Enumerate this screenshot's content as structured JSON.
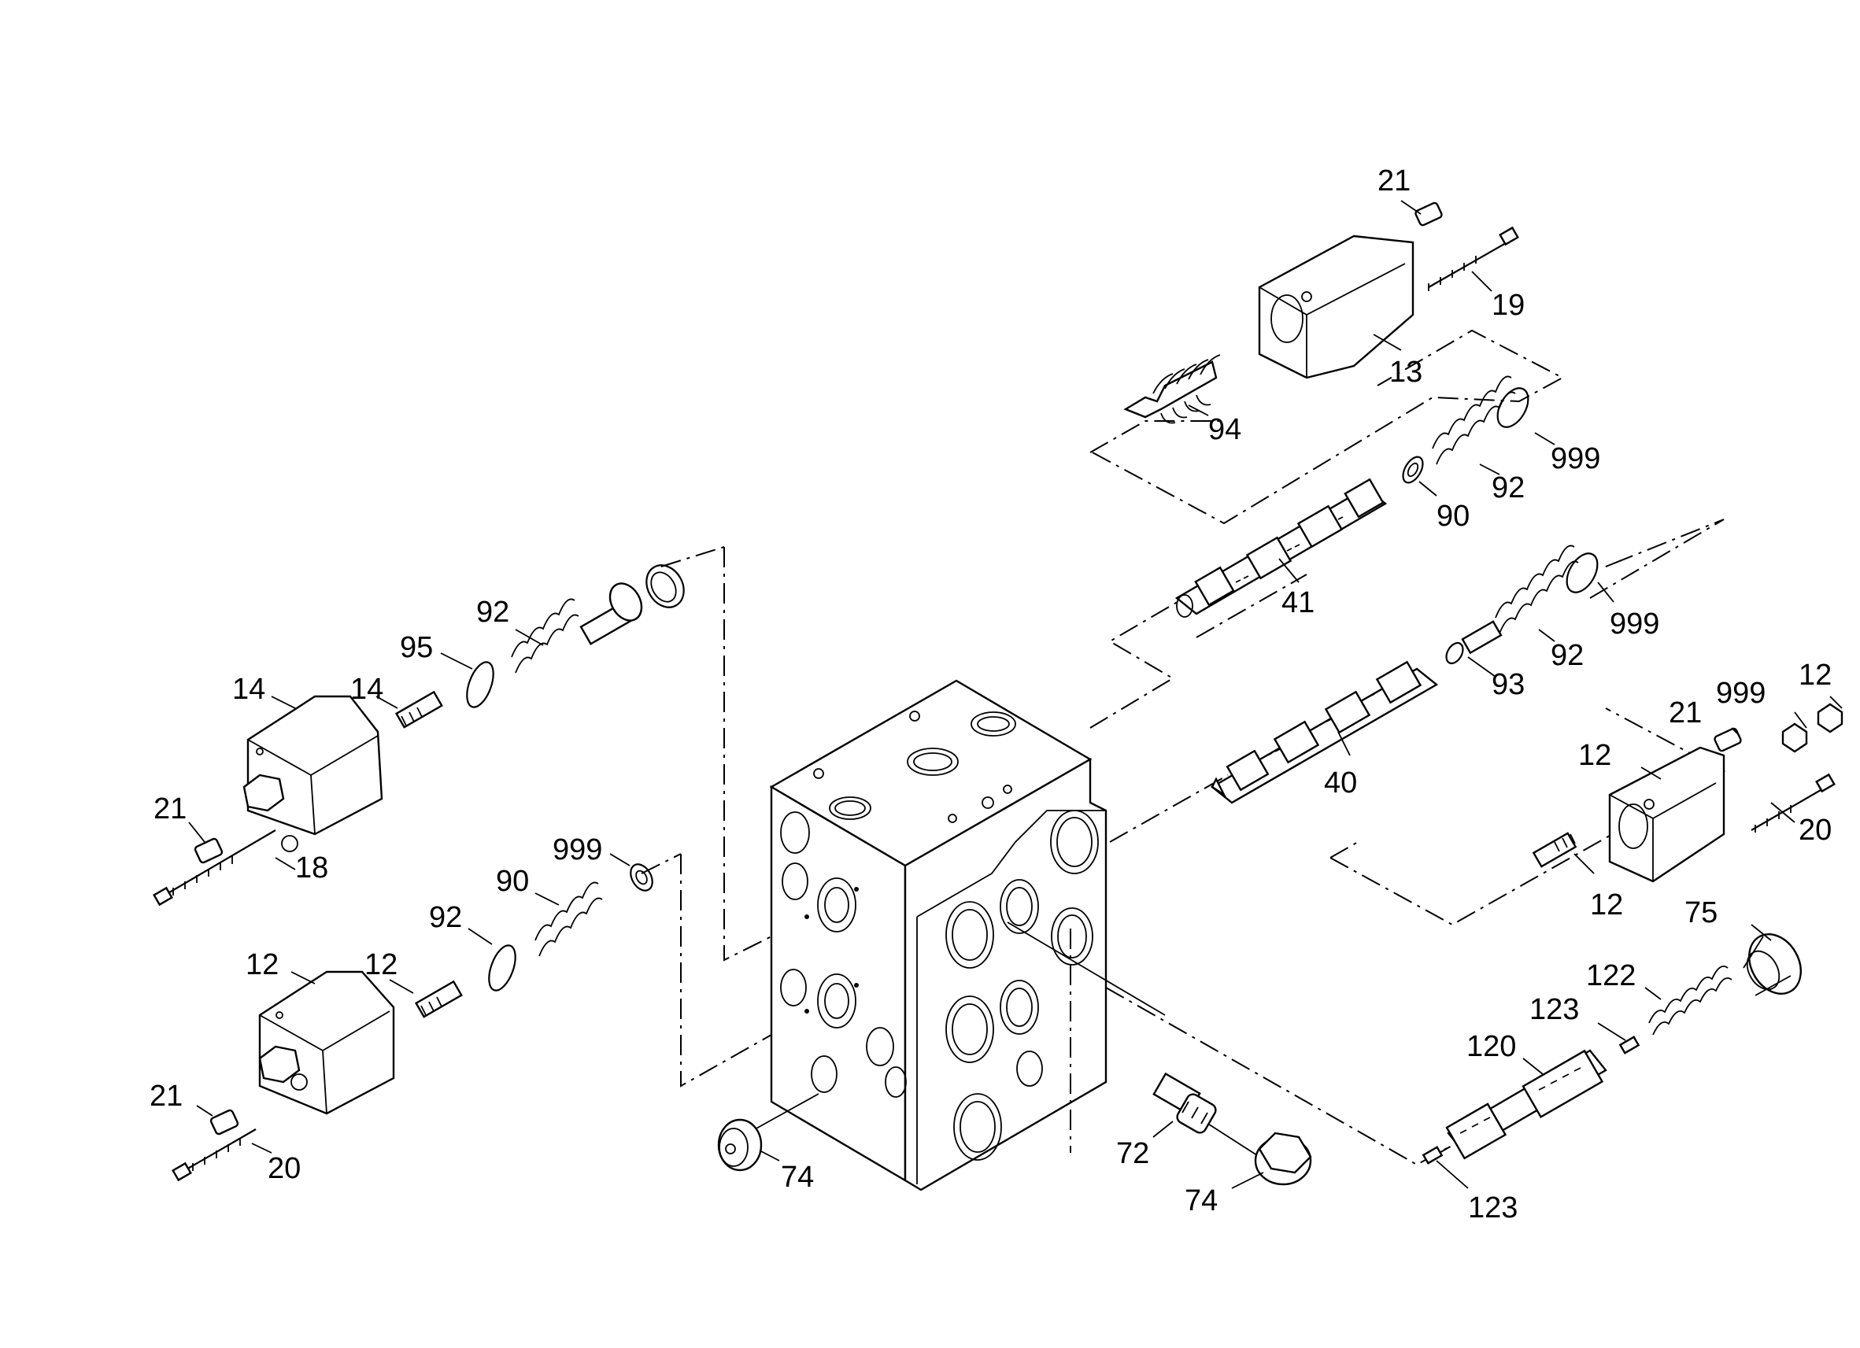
{
  "callouts": [
    {
      "id": "c21a",
      "text": "21"
    },
    {
      "id": "c19",
      "text": "19"
    },
    {
      "id": "c13",
      "text": "13"
    },
    {
      "id": "c94",
      "text": "94"
    },
    {
      "id": "c999a",
      "text": "999"
    },
    {
      "id": "c92a",
      "text": "92"
    },
    {
      "id": "c90a",
      "text": "90"
    },
    {
      "id": "c41",
      "text": "41"
    },
    {
      "id": "c999b",
      "text": "999"
    },
    {
      "id": "c92b",
      "text": "92"
    },
    {
      "id": "c93",
      "text": "93"
    },
    {
      "id": "c40",
      "text": "40"
    },
    {
      "id": "c12a",
      "text": "12"
    },
    {
      "id": "c999c",
      "text": "999"
    },
    {
      "id": "c21b",
      "text": "21"
    },
    {
      "id": "c12b",
      "text": "12"
    },
    {
      "id": "c20a",
      "text": "20"
    },
    {
      "id": "c12c",
      "text": "12"
    },
    {
      "id": "c75",
      "text": "75"
    },
    {
      "id": "c122",
      "text": "122"
    },
    {
      "id": "c123a",
      "text": "123"
    },
    {
      "id": "c120",
      "text": "120"
    },
    {
      "id": "c123b",
      "text": "123"
    },
    {
      "id": "c72",
      "text": "72"
    },
    {
      "id": "c74a",
      "text": "74"
    },
    {
      "id": "c74b",
      "text": "74"
    },
    {
      "id": "c92c",
      "text": "92"
    },
    {
      "id": "c95",
      "text": "95"
    },
    {
      "id": "c14a",
      "text": "14"
    },
    {
      "id": "c14b",
      "text": "14"
    },
    {
      "id": "c21c",
      "text": "21"
    },
    {
      "id": "c18",
      "text": "18"
    },
    {
      "id": "c999d",
      "text": "999"
    },
    {
      "id": "c90b",
      "text": "90"
    },
    {
      "id": "c92d",
      "text": "92"
    },
    {
      "id": "c12d",
      "text": "12"
    },
    {
      "id": "c12e",
      "text": "12"
    },
    {
      "id": "c21d",
      "text": "21"
    },
    {
      "id": "c20b",
      "text": "20"
    }
  ]
}
